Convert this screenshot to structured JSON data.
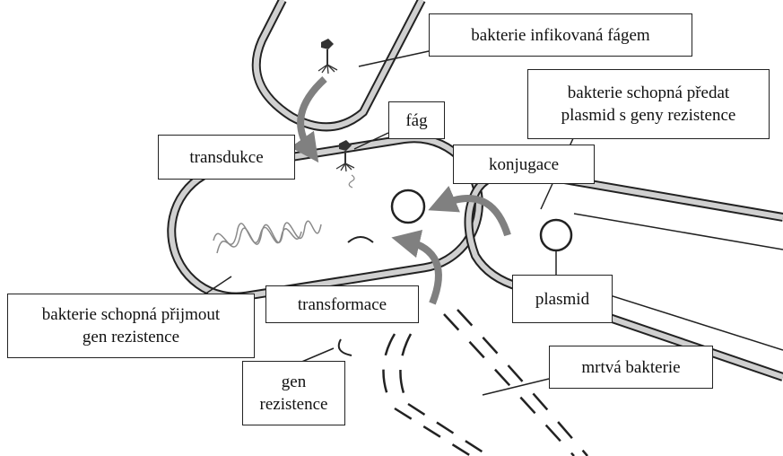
{
  "labels": {
    "infected_bacterium": "bakterie infikovaná fágem",
    "donor_bacterium_line1": "bakterie schopná předat",
    "donor_bacterium_line2": "plasmid s geny rezistence",
    "phage": "fág",
    "transduction": "transdukce",
    "conjugation": "konjugace",
    "recipient_bacterium_line1": "bakterie schopná přijmout",
    "recipient_bacterium_line2": "gen rezistence",
    "transformation": "transformace",
    "plasmid": "plasmid",
    "resistance_gene_line1": "gen",
    "resistance_gene_line2": "rezistence",
    "dead_bacterium": "mrtvá bakterie"
  },
  "colors": {
    "outline": "#222222",
    "membrane_fill": "#cfcfcf",
    "arrow": "#808080",
    "dna": "#8a8a8a"
  }
}
